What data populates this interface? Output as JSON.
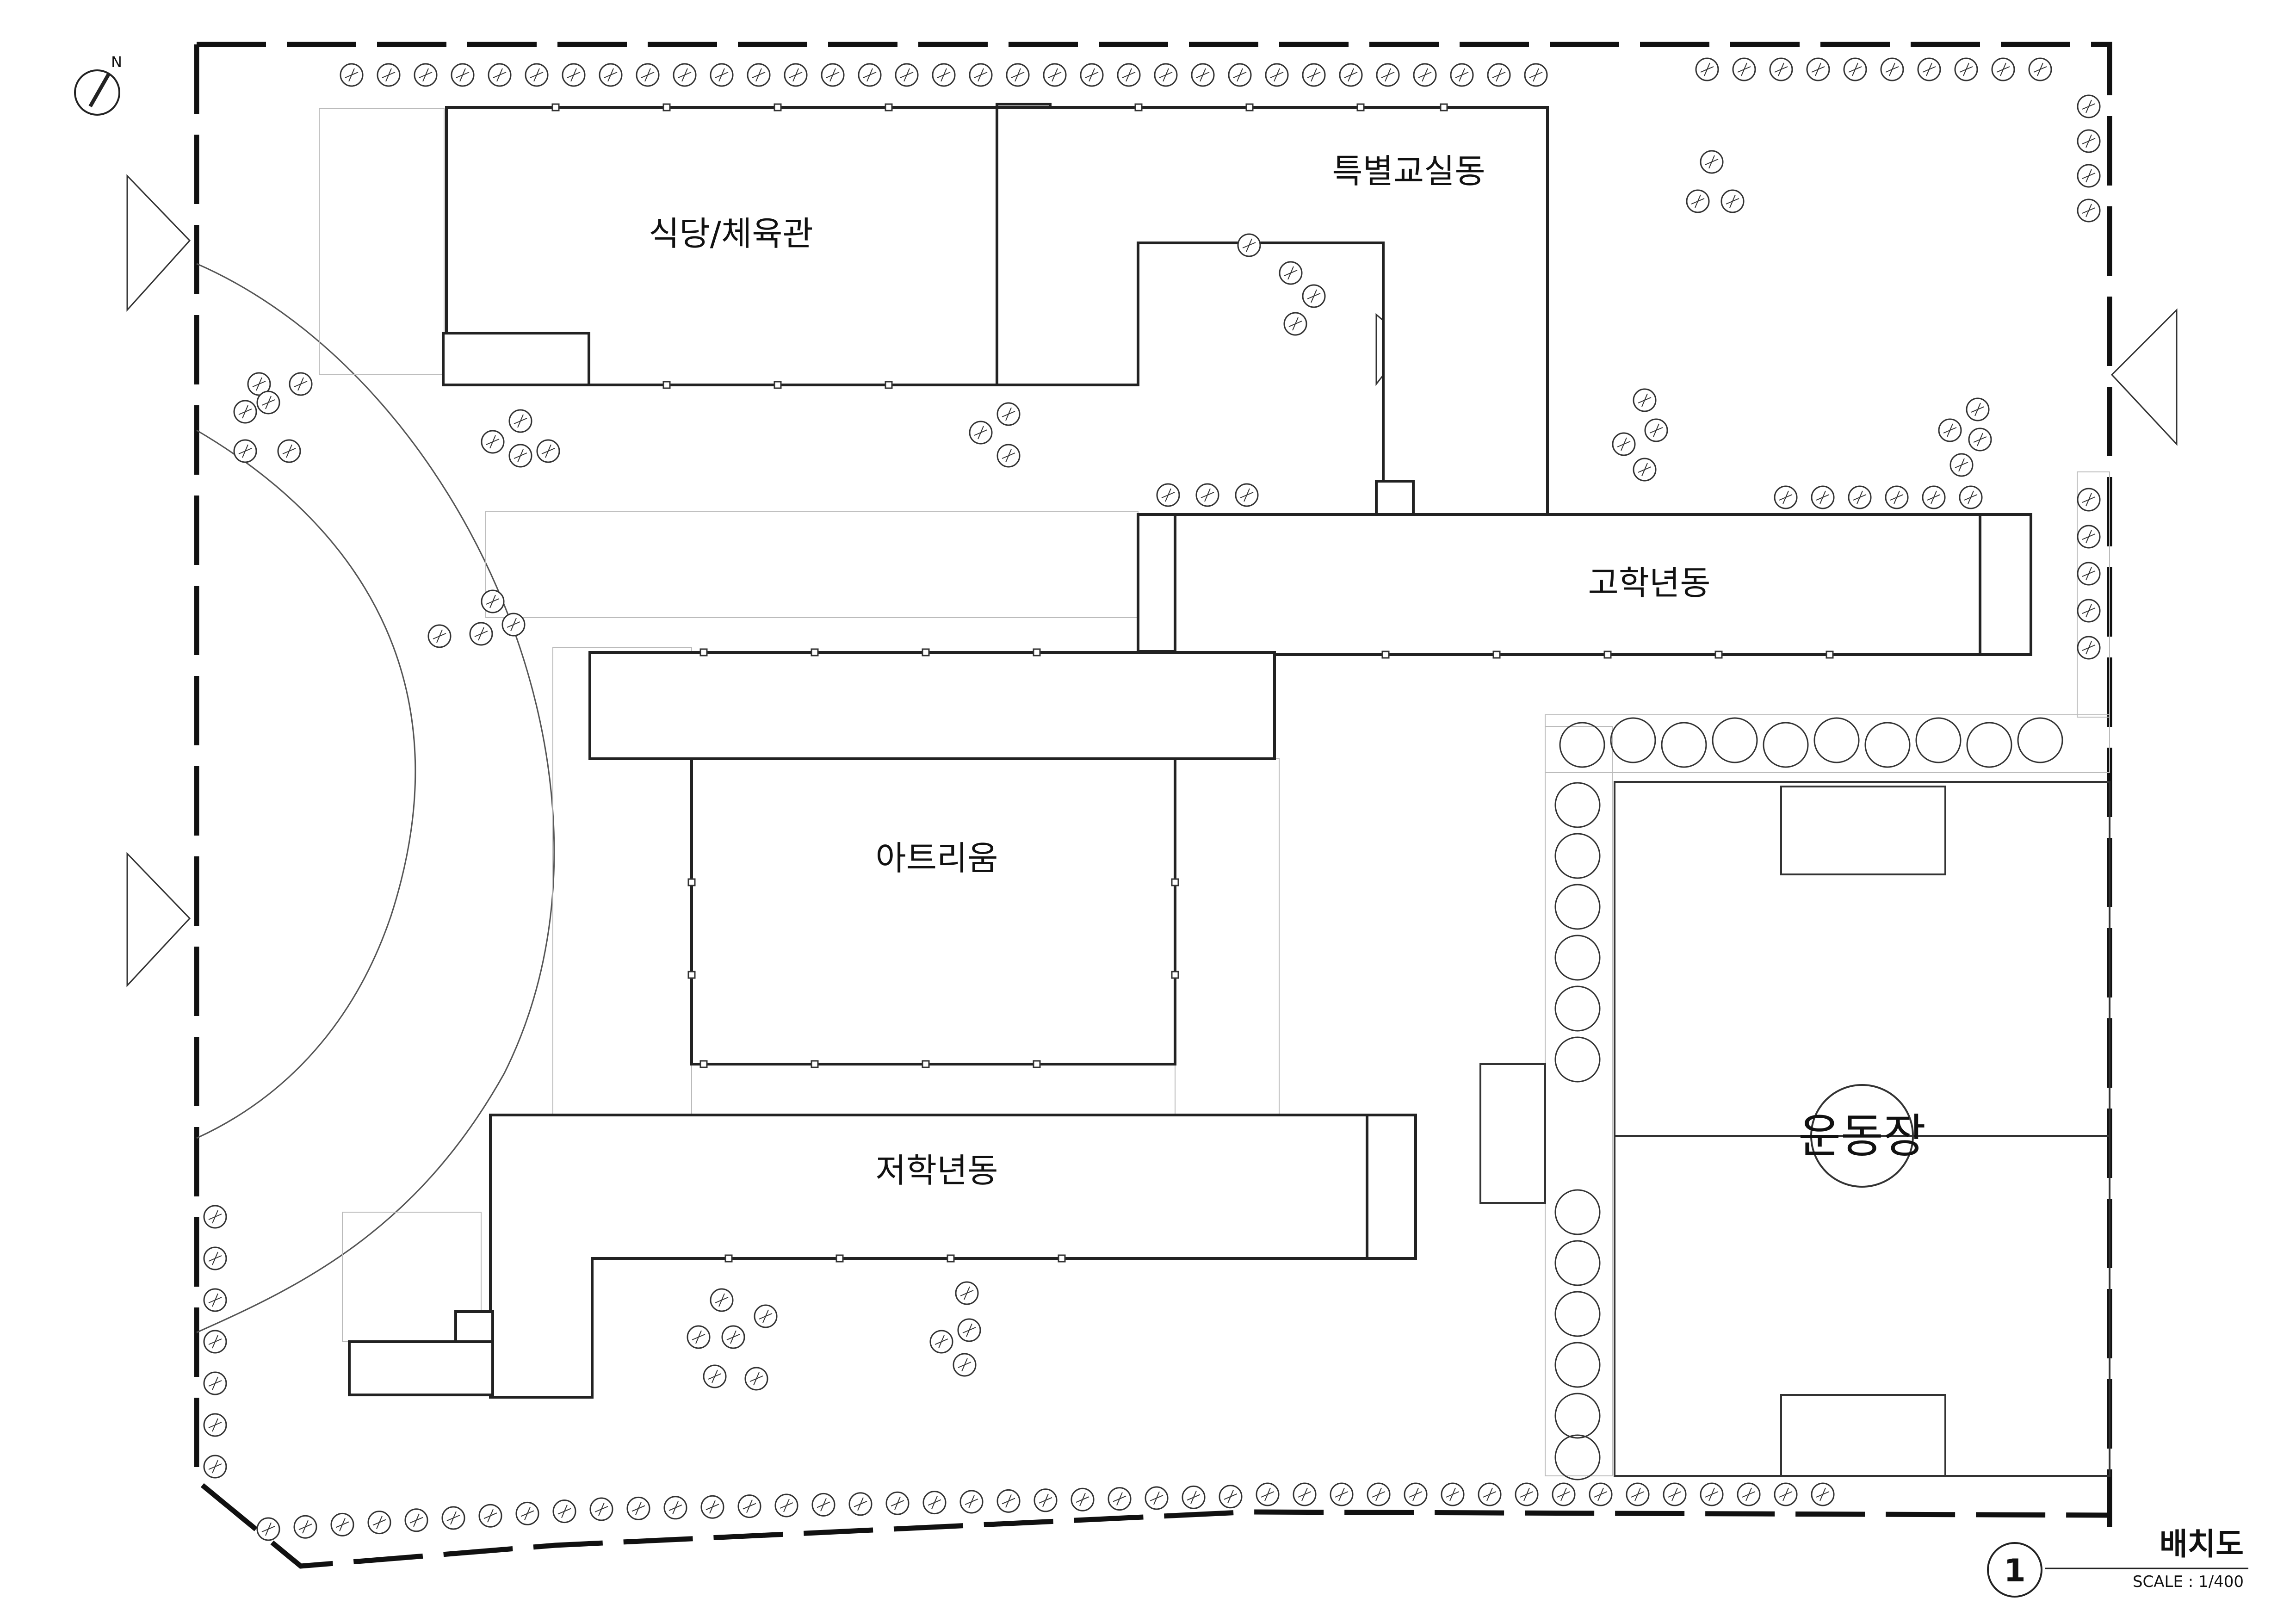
{
  "labels": {
    "cafeteria_gym": "식당/체육관",
    "special_classrooms": "특별교실동",
    "senior_grades": "고학년동",
    "atrium": "아트리움",
    "junior_grades": "저학년동",
    "playground": "운동장"
  },
  "title_block": {
    "number": "1",
    "title": "배치도",
    "scale": "SCALE : 1/400"
  },
  "north_arrow": {
    "letter": "N",
    "icon": "north-arrow-icon"
  },
  "colors": {
    "line": "#111111",
    "thin": "#555555",
    "hatch": "#9a9a9a"
  }
}
